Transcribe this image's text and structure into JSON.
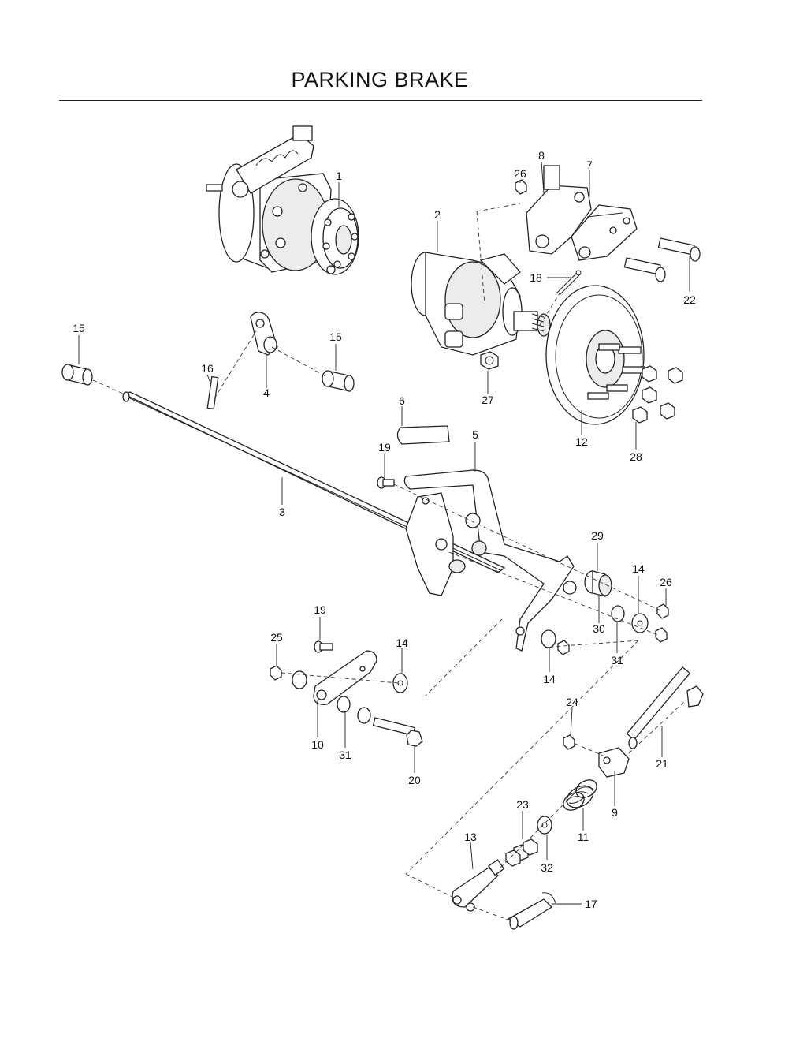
{
  "title": "PARKING BRAKE",
  "callouts": [
    {
      "id": "c1",
      "text": "1"
    },
    {
      "id": "c2",
      "text": "2"
    },
    {
      "id": "c3",
      "text": "3"
    },
    {
      "id": "c4",
      "text": "4"
    },
    {
      "id": "c5",
      "text": "5"
    },
    {
      "id": "c6",
      "text": "6"
    },
    {
      "id": "c7",
      "text": "7"
    },
    {
      "id": "c8",
      "text": "8"
    },
    {
      "id": "c9",
      "text": "9"
    },
    {
      "id": "c10",
      "text": "10"
    },
    {
      "id": "c11",
      "text": "11"
    },
    {
      "id": "c12",
      "text": "12"
    },
    {
      "id": "c13",
      "text": "13"
    },
    {
      "id": "c14a",
      "text": "14"
    },
    {
      "id": "c14b",
      "text": "14"
    },
    {
      "id": "c14c",
      "text": "14"
    },
    {
      "id": "c15a",
      "text": "15"
    },
    {
      "id": "c15b",
      "text": "15"
    },
    {
      "id": "c16",
      "text": "16"
    },
    {
      "id": "c17",
      "text": "17"
    },
    {
      "id": "c18",
      "text": "18"
    },
    {
      "id": "c19a",
      "text": "19"
    },
    {
      "id": "c19b",
      "text": "19"
    },
    {
      "id": "c20",
      "text": "20"
    },
    {
      "id": "c21",
      "text": "21"
    },
    {
      "id": "c22",
      "text": "22"
    },
    {
      "id": "c23",
      "text": "23"
    },
    {
      "id": "c24",
      "text": "24"
    },
    {
      "id": "c25",
      "text": "25"
    },
    {
      "id": "c26a",
      "text": "26"
    },
    {
      "id": "c26b",
      "text": "26"
    },
    {
      "id": "c27",
      "text": "27"
    },
    {
      "id": "c28",
      "text": "28"
    },
    {
      "id": "c29",
      "text": "29"
    },
    {
      "id": "c30",
      "text": "30"
    },
    {
      "id": "c31a",
      "text": "31"
    },
    {
      "id": "c31b",
      "text": "31"
    },
    {
      "id": "c32",
      "text": "32"
    }
  ]
}
